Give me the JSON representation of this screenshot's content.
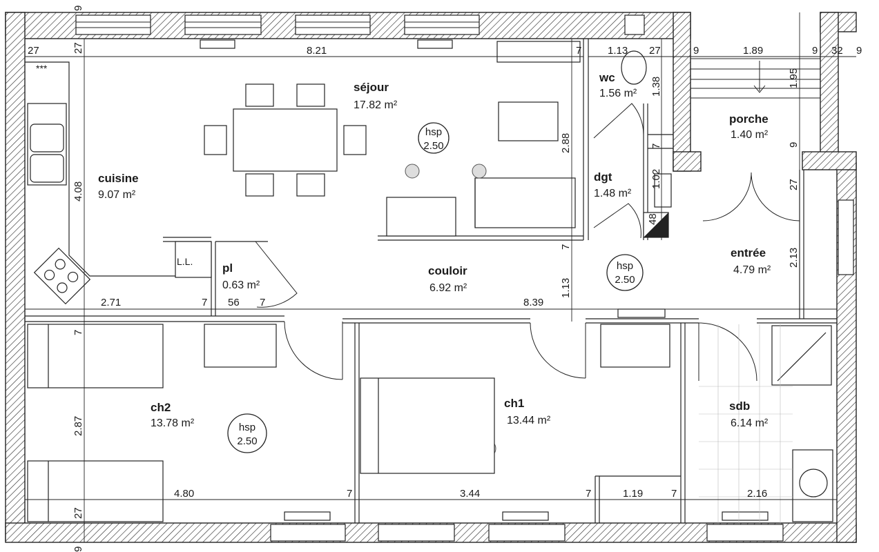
{
  "rooms": [
    {
      "key": "sejour",
      "name": "séjour",
      "area": "17.82 m²"
    },
    {
      "key": "cuisine",
      "name": "cuisine",
      "area": "9.07 m²"
    },
    {
      "key": "wc",
      "name": "wc",
      "area": "1.56 m²"
    },
    {
      "key": "porche",
      "name": "porche",
      "area": "1.40 m²"
    },
    {
      "key": "dgt",
      "name": "dgt",
      "area": "1.48 m²"
    },
    {
      "key": "entree",
      "name": "entrée",
      "area": "4.79 m²"
    },
    {
      "key": "couloir",
      "name": "couloir",
      "area": "6.92 m²"
    },
    {
      "key": "pl",
      "name": "pl",
      "area": "0.63 m²"
    },
    {
      "key": "ch2",
      "name": "ch2",
      "area": "13.78 m²"
    },
    {
      "key": "ch1",
      "name": "ch1",
      "area": "13.44 m²"
    },
    {
      "key": "sdb",
      "name": "sdb",
      "area": "6.14 m²"
    }
  ],
  "hsp": {
    "label": "hsp",
    "value": "2.50"
  },
  "labels": {
    "ll": "L.L.",
    "stars": "***"
  },
  "dimensions": {
    "top_27": "27",
    "top_27v": "27",
    "top_821": "8.21",
    "top_7": "7",
    "top_113": "1.13",
    "top_27b": "27",
    "top_9": "9",
    "top_189": "1.89",
    "top_9b": "9",
    "top_32": "32",
    "top_9c": "9",
    "top_9v": "9",
    "v_195": "1.95",
    "v_138": "1.38",
    "v_288": "2.88",
    "v_7a": "7",
    "v_102": "1.02",
    "v_48": "48",
    "v_7b": "7",
    "v_113": "1.13",
    "v_9": "9",
    "v_27": "27",
    "v_213": "2.13",
    "v_408": "4.08",
    "v_7c": "7",
    "v_287": "2.87",
    "v_27b": "27",
    "v_9b": "9",
    "mid_271": "2.71",
    "mid_7": "7",
    "mid_56": "56",
    "mid_7b": "7",
    "mid_839": "8.39",
    "bot_480": "4.80",
    "bot_7": "7",
    "bot_344": "3.44",
    "bot_7b": "7",
    "bot_119": "1.19",
    "bot_7c": "7",
    "bot_216": "2.16"
  }
}
